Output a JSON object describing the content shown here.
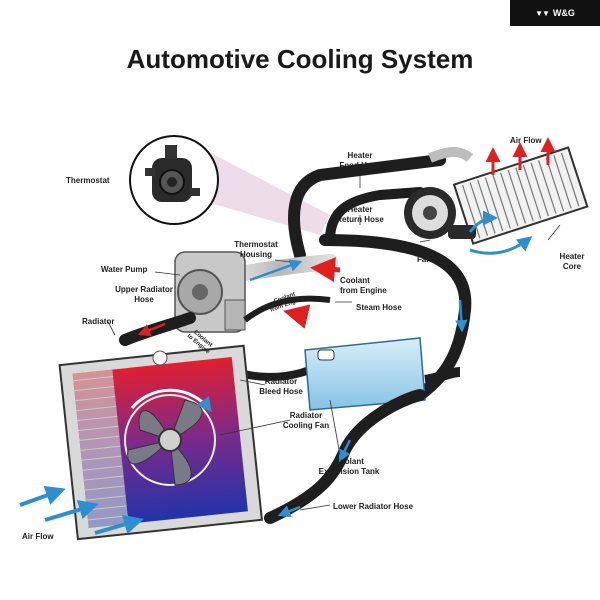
{
  "brand": {
    "name": "W&G"
  },
  "title": "Automotive Cooling System",
  "labels": {
    "thermostat": "Thermostat",
    "heater_food_hose": "Heater\nFood Hose",
    "air_flow_top": "Air Flow",
    "heater_return_hose": "Heater\nReturn Hose",
    "thermostat_housing": "Thermostat\nHousing",
    "water_pump": "Water Pump",
    "fan": "Fan",
    "heater_core": "Heater\nCore",
    "coolant_from_engine": "Coolant\nfrom Engine",
    "upper_radiator_hose": "Upper Radiator\nHose",
    "coolant_from_engine_small": "Coolant\nfrom Engine",
    "steam_hose": "Steam Hose",
    "radiator": "Radiator",
    "coolant_to_engine": "Coolant\nto Engine",
    "radiator_bleed_hose": "Radiator\nBleed Hose",
    "radiator_cooling_fan": "Radiator\nCooling Fan",
    "coolant_expansion_tank": "Coolant\nExpansion Tank",
    "lower_radiator_hose": "Lower Radiator Hose",
    "air_flow_bottom": "Air Flow"
  },
  "colors": {
    "hose": "#1e1e1e",
    "flow_blue": "#2d8fd0",
    "flow_red": "#e02020",
    "radiator_red": "#d0202a",
    "radiator_blue": "#2233aa",
    "tank": "#9fd0ea"
  }
}
